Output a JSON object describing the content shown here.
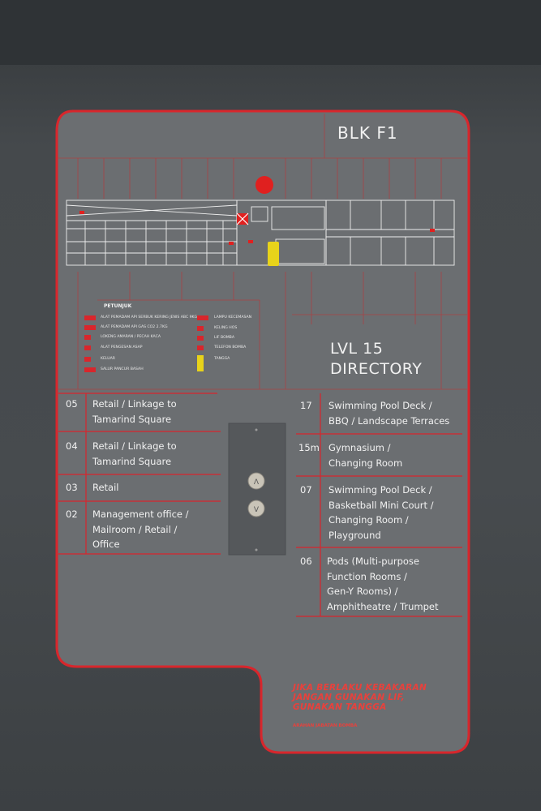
{
  "sign": {
    "block": "BLK F1",
    "level": "LVL 15",
    "title": "DIRECTORY"
  },
  "legend": {
    "title": "PETUNJUK",
    "left_items": [
      {
        "code": "ABC",
        "text": "ALAT PEMADAM API SERBUK KERING JENIS ABC 9KG"
      },
      {
        "code": "CO2",
        "text": "ALAT PEMADAM API GAS CO2 2.7KG"
      },
      {
        "code": "",
        "text": "LOKENG AMARAN / PECAH KACA"
      },
      {
        "code": "",
        "text": "ALAT PENGESAN ASAP"
      },
      {
        "code": "",
        "text": "KELUAR"
      },
      {
        "code": "",
        "text": "SALUR PANCUR BASAH"
      }
    ],
    "right_items": [
      {
        "code": "EL",
        "text": "LAMPU KECEMASAN"
      },
      {
        "code": "",
        "text": "KELING HOS"
      },
      {
        "code": "",
        "text": "LIF BOMBA"
      },
      {
        "code": "",
        "text": "TELEFON BOMBA"
      },
      {
        "code": "",
        "text": "TANGGA"
      }
    ]
  },
  "directory_left": [
    {
      "floor": "05",
      "text": "Retail / Linkage to\nTamarind Square"
    },
    {
      "floor": "04",
      "text": "Retail / Linkage to\nTamarind Square"
    },
    {
      "floor": "03",
      "text": "Retail"
    },
    {
      "floor": "02",
      "text": "Management office /\nMailroom / Retail /\nOffice"
    }
  ],
  "directory_right": [
    {
      "floor": "17",
      "text": "Swimming Pool Deck /\nBBQ / Landscape Terraces"
    },
    {
      "floor": "15m",
      "text": "Gymnasium /\nChanging Room"
    },
    {
      "floor": "07",
      "text": "Swimming Pool Deck /\nBasketball Mini Court /\nChanging Room /\nPlayground"
    },
    {
      "floor": "06",
      "text": "Pods (Multi-purpose\nFunction Rooms /\nGen-Y Rooms) /\nAmphitheatre / Trumpet"
    }
  ],
  "warning": {
    "text": "JIKA BERLAKU KEBAKARAN\nJANGAN GUNAKAN LIF,\nGUNAKAN TANGGA",
    "source": "ARAHAN JABATAN BOMBA"
  },
  "colors": {
    "panel": "#6b6e71",
    "accent": "#d8262c",
    "text": "#f1f1f1",
    "wall": "#45494c"
  },
  "icons": [
    "up-arrow-icon",
    "down-arrow-icon",
    "you-are-here-marker-icon"
  ]
}
